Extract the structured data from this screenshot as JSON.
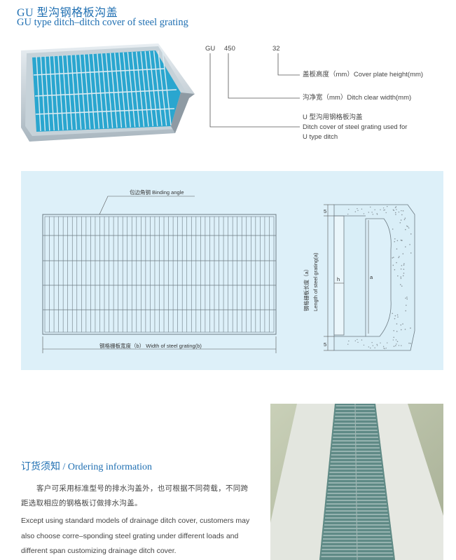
{
  "header": {
    "title_cn": "GU 型沟钢格板沟盖",
    "title_en": "GU type ditch–ditch cover of steel grating"
  },
  "model_code": {
    "part1": "GU",
    "part2": "450",
    "part3": "32",
    "callout_height": "盖板高度（mm）Cover plate height(mm)",
    "callout_width": "沟净宽（mm）Ditch clear width(mm)",
    "callout_type_cn": "U 型沟用钢格板沟盖",
    "callout_type_en1": "Ditch cover of steel grating used for",
    "callout_type_en2": "U type ditch"
  },
  "drawing": {
    "binding_angle": "包边角钢  Binding angle",
    "width_label": "钢格栅板宽度（b）  Width of steel grating(b)",
    "length_label_cn": "钢格栅板长度（a）",
    "length_label_en": "Length of steel grating(a)",
    "dim_top": "5",
    "dim_bottom": "5",
    "dim_h": "h",
    "dim_a": "a"
  },
  "ordering": {
    "title": "订货须知 / Ordering information",
    "text_cn": "客户可采用标准型号的排水沟盖外，也可根据不同荷载，不同跨距选取相应的钢格板订做排水沟盖。",
    "text_en": "Except using standard models of drainage ditch cover, customers may also choose corre–sponding steel grating under different loads and different span customizing drainage ditch cover."
  },
  "colors": {
    "accent": "#1f6fb2",
    "panel_bg": "#ddf0f9",
    "grating_blue": "#2aa6cf"
  }
}
